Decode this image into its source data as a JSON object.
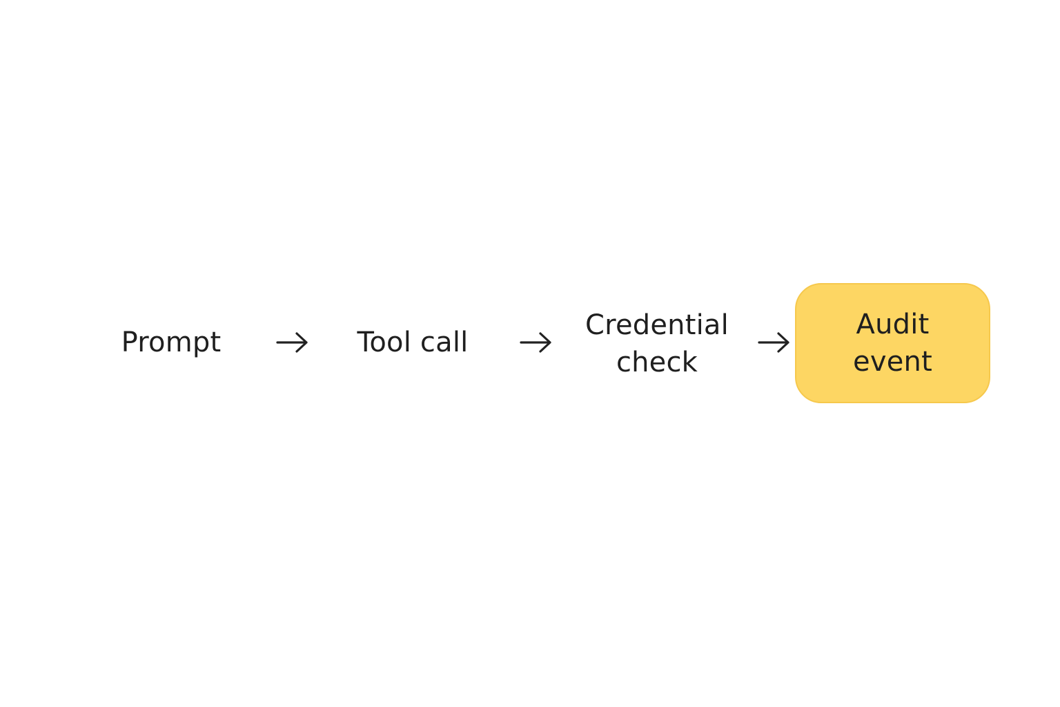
{
  "steps": [
    {
      "label": "Prompt"
    },
    {
      "label": "Tool call"
    },
    {
      "label": "Credential\ncheck"
    },
    {
      "label": "Audit\nevent"
    }
  ],
  "colors": {
    "text": "#1f1f1f",
    "arrow": "#222222",
    "highlight_fill": "#fdd663",
    "highlight_border": "#f6c84c",
    "background": "#ffffff"
  },
  "icons": {
    "arrow": "arrow-right-icon"
  }
}
